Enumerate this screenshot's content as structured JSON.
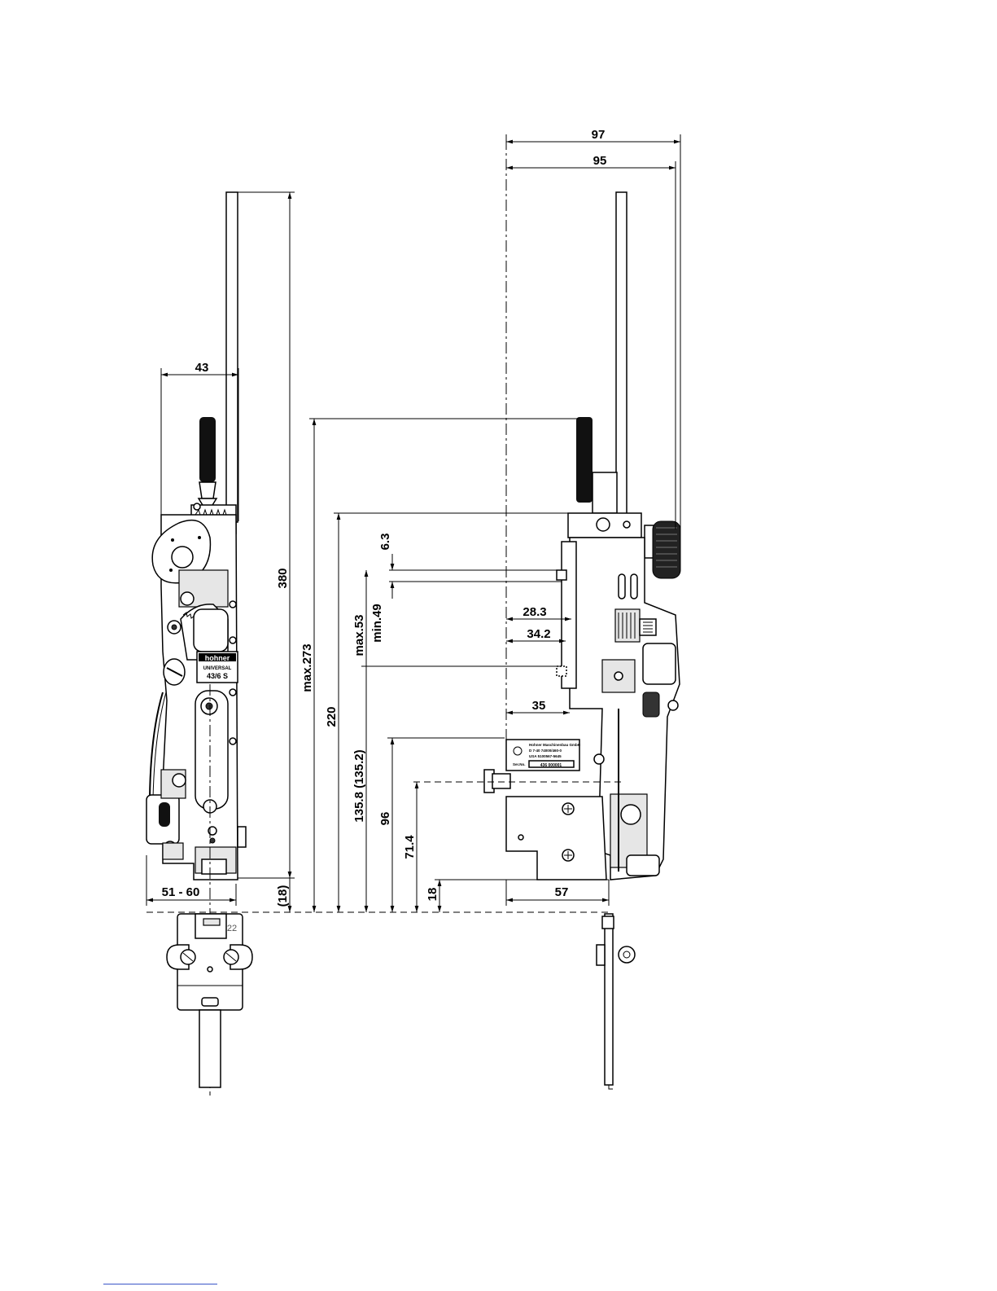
{
  "drawing": {
    "dimensions": {
      "d97": "97",
      "d95": "95",
      "d43": "43",
      "d380": "380",
      "dmax273": "max.273",
      "d220": "220",
      "d6_3": "6.3",
      "dmax53": "max.53",
      "dmin49": "min.49",
      "d28_3": "28.3",
      "d34_2": "34.2",
      "d35": "35",
      "d135_8": "135.8 (135.2)",
      "d96": "96",
      "d71_4": "71.4",
      "d18": "18",
      "d18p": "(18)",
      "d57": "57",
      "d51_60": "51 - 60"
    },
    "front_label": {
      "brand": "hohner",
      "model": "UNIVERSAL",
      "type": "43/6 S"
    },
    "side_plate": {
      "line1": "Hohner Maschinenbau GmbH",
      "line2": "D 7-40 74000/460-0",
      "line3": "USA 5100567-5645",
      "line4": "Ser.No.",
      "serial": "436 000001"
    },
    "head_number": "22"
  }
}
